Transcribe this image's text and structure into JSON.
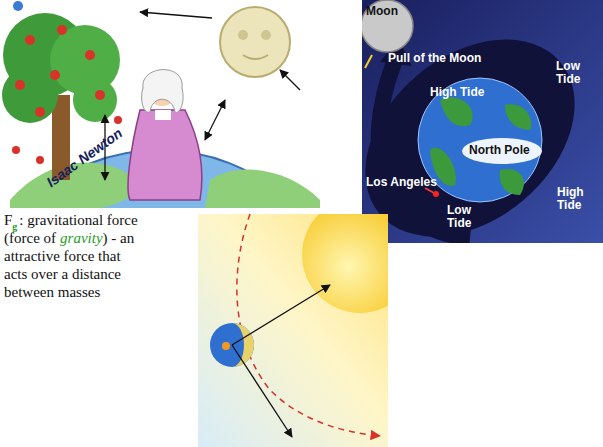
{
  "diagram": {
    "labels": [
      "Isaac Newton",
      "Moon",
      "Pull of the Moon",
      "Low Tide",
      "High Tide",
      "North Pole",
      "Los Angeles",
      "Low Tide",
      "High Tide",
      "F",
      "g",
      ": gravitational force",
      "(force of",
      "gravity",
      ") - an",
      "attractive force that",
      "acts over a distance",
      "between masses"
    ]
  }
}
